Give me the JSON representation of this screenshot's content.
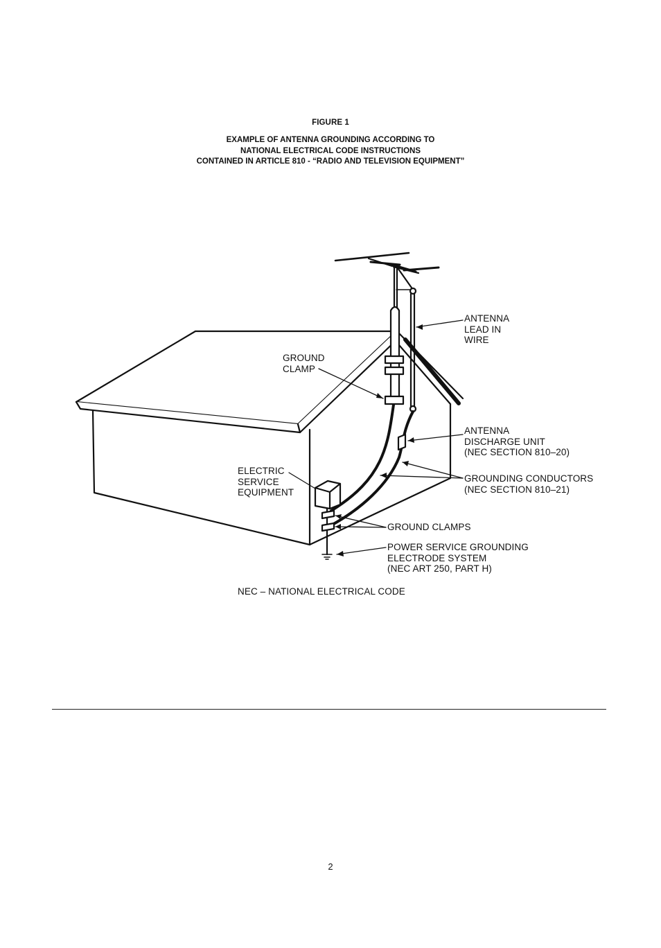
{
  "figure": {
    "number_label": "FIGURE 1",
    "caption_lines": [
      "EXAMPLE OF ANTENNA GROUNDING ACCORDING TO",
      "NATIONAL ELECTRICAL CODE INSTRUCTIONS",
      "CONTAINED IN ARTICLE 810 - “RADIO AND TELEVISION EQUIPMENT”"
    ]
  },
  "labels": {
    "antenna_lead_in": [
      "ANTENNA",
      "LEAD IN",
      "WIRE"
    ],
    "ground_clamp": [
      "GROUND",
      "CLAMP"
    ],
    "antenna_discharge": [
      "ANTENNA",
      "DISCHARGE UNIT",
      "(NEC SECTION 810–20)"
    ],
    "electric_service": [
      "ELECTRIC",
      "SERVICE",
      "EQUIPMENT"
    ],
    "grounding_conductors": [
      "GROUNDING CONDUCTORS",
      "(NEC SECTION 810–21)"
    ],
    "ground_clamps": "GROUND CLAMPS",
    "power_service": [
      "POWER SERVICE GROUNDING",
      "ELECTRODE SYSTEM",
      "(NEC ART 250, PART H)"
    ]
  },
  "footnote": "NEC – NATIONAL ELECTRICAL CODE",
  "page_number": "2"
}
